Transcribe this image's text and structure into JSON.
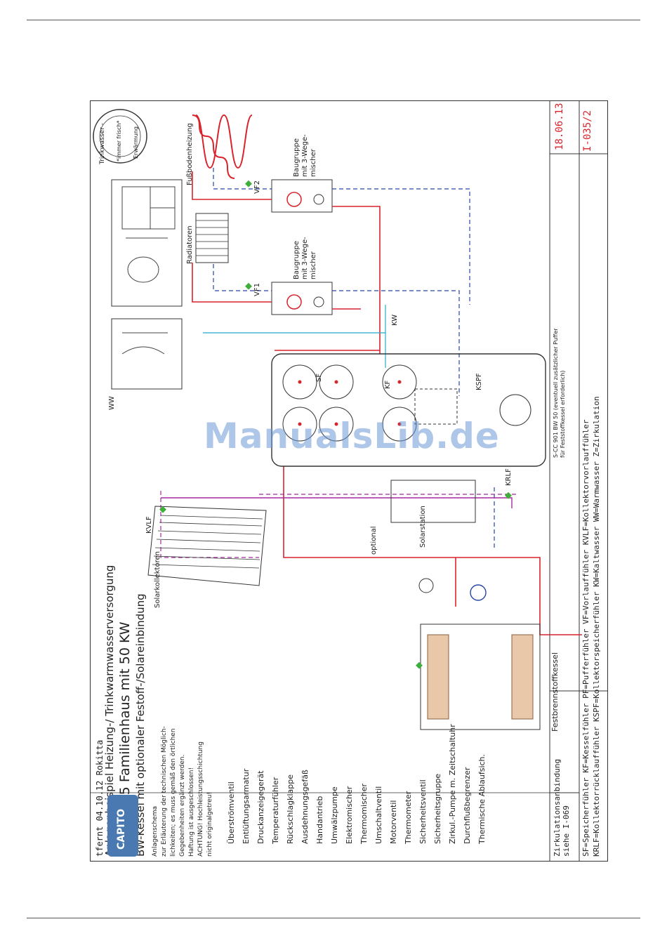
{
  "header": {
    "author": "tfernt  04.10.12  Rokitta",
    "title_line1": "Anlagenbeispiel Heizung-/ Trinkwarmwasserversorgung",
    "title_line2": "für 10 - 15 Familienhaus mit 50 KW",
    "title_line3": "BW-Kessel mit optionaler Festoff-/Solareinbindung"
  },
  "brand": {
    "logo_text": "CAPITO"
  },
  "notes": [
    "Anlagenschema",
    "zur Erläuterung der technischen Möglich-",
    "lichkeiten; es muss gemäß den örtlichen",
    "Gegebenheiten ergänzt werden.",
    "Haftung ist ausgeschlossen!",
    "ACHTUNG! Hochleistungsschichtung",
    "nicht originalgetreu!"
  ],
  "legend": [
    "Überströmventil",
    "Entlüftungsarmatur",
    "Druckanzeigegerät",
    "Temperaturfühler",
    "Rückschlagklappe",
    "Ausdehnungsgefäß",
    "Handantrieb",
    "Umwälzpumpe",
    "Elektromischer",
    "Thermomischer",
    "Umschaltventil",
    "Motorventil",
    "Thermometer",
    "Sicherheitsventil",
    "Sicherheitsgruppe",
    "Zirkul.-Pumpe m. Zeitschaltuhr",
    "Durchflußbegrenzer",
    "Thermische Ablaufsich."
  ],
  "labels": {
    "fussboden": "Fußbodenheizung",
    "radiatoren": "Radiatoren",
    "baugruppe": "Baugruppe",
    "mischer3": "mit 3-Wege-",
    "mischer": "mischer",
    "vf1": "VF1",
    "vf2": "VF2",
    "ww": "WW",
    "kw": "KW",
    "kf": "KF",
    "sf": "SF",
    "kspf": "KSPF",
    "krlf": "KRLF",
    "kvlf": "KVLF",
    "solarkollektoren": "Solarkollektoren",
    "solarstation": "Solarstation",
    "optional": "optional",
    "festbrennstoffkessel": "Festbrennstoffkessel",
    "tank": "S-CC 901 BW 50 (eventuell zusätzlicher Puffer",
    "tank2": "für Feststoffkessel erforderlich)",
    "stamp_top": "Trinkwasser -",
    "stamp_mid": "*immer frisch*",
    "stamp_bot": "Erwärmung"
  },
  "footer": {
    "zirk": "Zirkulationsanbindung",
    "zirk2": "siehe I-069",
    "row1": "SF=Speicherfühler  KF=Kesselfühler  PF=Pufferfühler  VF=Vorlauffühler  KVLF=Kollektorvorlauffühler",
    "row2": "KRLF=Kollektorrücklauffühler  KSPF=Kollektorspeicherfühler  KW=Kaltwasser  WW=Warmwasser  Z=Zirkulation",
    "date": "18.06.13",
    "docno": "I-035/2"
  },
  "watermark": "ManualsLib.de",
  "colors": {
    "hot": "#d8242c",
    "cold": "#2646a8",
    "water": "#29a9c9",
    "solar": "#a52aa0",
    "sensor": "#3fae3a"
  }
}
